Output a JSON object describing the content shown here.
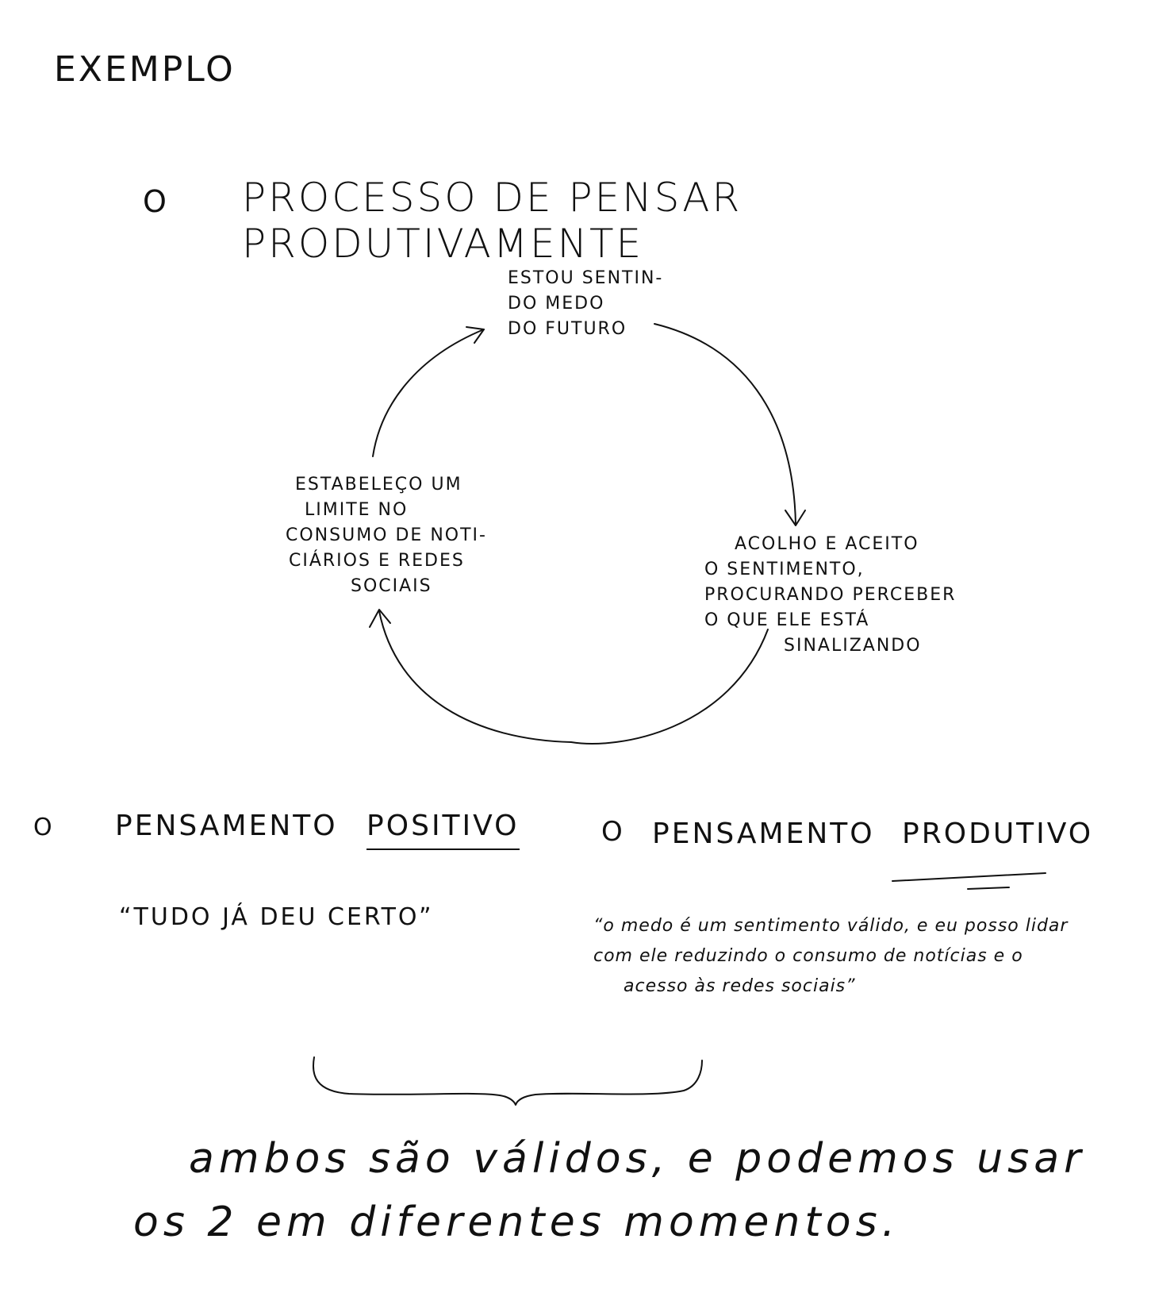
{
  "header": {
    "label": "EXEMPLO"
  },
  "cycle": {
    "bullet": "O",
    "title": "PROCESSO DE PENSAR PRODUTIVAMENTE",
    "nodes": {
      "top": [
        "ESTOU SENTIN-",
        "DO MEDO",
        "DO FUTURO"
      ],
      "right": [
        "ACOLHO E ACEITO",
        "O SENTIMENTO,",
        "PROCURANDO PERCEBER",
        "O QUE ELE ESTÁ",
        "SINALIZANDO"
      ],
      "left": [
        "ESTABELEÇO UM",
        "LIMITE NO",
        "CONSUMO DE NOTI-",
        "CIÁRIOS E REDES",
        "SOCIAIS"
      ]
    }
  },
  "positive": {
    "bullet": "O",
    "title_prefix": "PENSAMENTO",
    "title_emph": "POSITIVO",
    "quote": "“TUDO JÁ DEU CERTO”"
  },
  "productive": {
    "bullet": "O",
    "title_prefix": "PENSAMENTO",
    "title_emph": "PRODUTIVO",
    "quote_lines": [
      "“o medo é um sentimento válido, e eu posso lidar",
      "com ele reduzindo o consumo de notícias e o",
      "acesso às redes sociais”"
    ]
  },
  "conclusion": {
    "lines": [
      "ambos são válidos, e podemos usar",
      "os 2 em diferentes momentos."
    ]
  }
}
